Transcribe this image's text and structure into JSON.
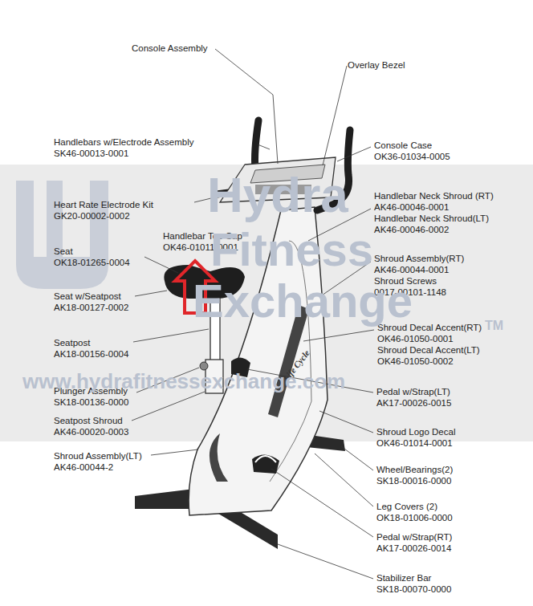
{
  "diagram": {
    "labels": [
      "Console Assembly",
      "Overlay Bezel",
      "Handlebars w/Electrode Assembly",
      "SK46-00013-0001",
      "Console Case",
      "OK36-01034-0005",
      "Heart Rate Electrode Kit",
      "GK20-00002-0002",
      "Handlebar Neck Shroud (RT)",
      "AK46-00046-0001",
      "Handlebar Neck Shroud(LT)",
      "AK46-00046-0002",
      "Handlebar Top Cap",
      "OK46-01011-0001",
      "Seat",
      "OK18-01265-0004",
      "Seat w/Seatpost",
      "AK18-00127-0002",
      "Shroud Assembly(RT)",
      "AK46-00044-0001",
      "Shroud Screws",
      "0017-00101-1148",
      "Seatpost",
      "AK18-00156-0004",
      "Shroud Decal Accent(RT)",
      "OK46-01050-0001",
      "Shroud Decal Accent(LT)",
      "OK46-01050-0002",
      "Plunger Assembly",
      "SK18-00136-0000",
      "Pedal w/Strap(LT)",
      "AK17-00026-0015",
      "Seatpost Shroud",
      "AK46-00020-0003",
      "Shroud Logo Decal",
      "OK46-01014-0001",
      "Shroud Assembly(LT)",
      "AK46-00044-2",
      "Wheel/Bearings(2)",
      "SK18-00016-0000",
      "Leg Covers (2)",
      "OK18-01006-0000",
      "Pedal w/Strap(RT)",
      "AK17-00026-0014",
      "Stabilizer Bar",
      "SK18-00070-0000",
      "Life Cycle",
      "Hydra",
      "Fitness",
      "Exchange",
      "TM",
      "www.hydrafitnessexchange.com"
    ]
  }
}
